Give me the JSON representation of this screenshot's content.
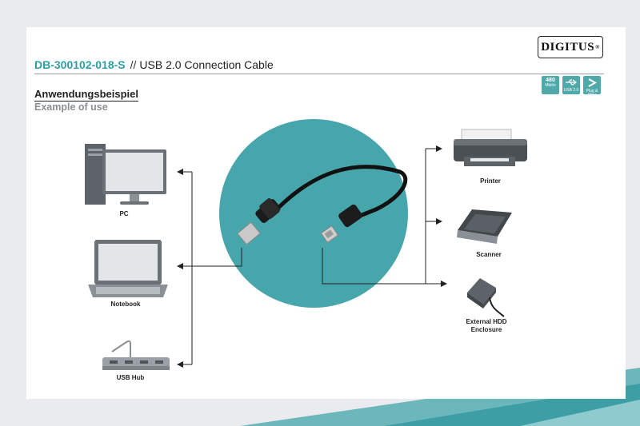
{
  "header": {
    "brand": "DIGITUS",
    "brand_mark": "®",
    "product_code": "DB-300102-018-S",
    "separator": "//",
    "product_name": "USB 2.0 Connection Cable"
  },
  "section": {
    "heading_de": "Anwendungsbeispiel",
    "heading_en": "Example of use"
  },
  "badges": [
    {
      "line1": "480",
      "line2": "Mbit/s",
      "icon": "speed-icon"
    },
    {
      "line1": "USB 2.0",
      "icon": "usb-icon"
    },
    {
      "line1": "Plug & Play",
      "icon": "plug-play-icon"
    }
  ],
  "devices_left": [
    {
      "label": "PC",
      "icon": "desktop-pc-icon"
    },
    {
      "label": "Notebook",
      "icon": "notebook-icon"
    },
    {
      "label": "USB Hub",
      "icon": "usb-hub-icon"
    }
  ],
  "devices_right": [
    {
      "label": "Printer",
      "icon": "printer-icon"
    },
    {
      "label": "Scanner",
      "icon": "scanner-icon"
    },
    {
      "label": "External HDD",
      "label2": "Enclosure",
      "icon": "external-hdd-icon"
    }
  ],
  "colors": {
    "accent": "#2f9fa4",
    "circle": "#47a5ac",
    "badge": "#4fa9aa"
  }
}
